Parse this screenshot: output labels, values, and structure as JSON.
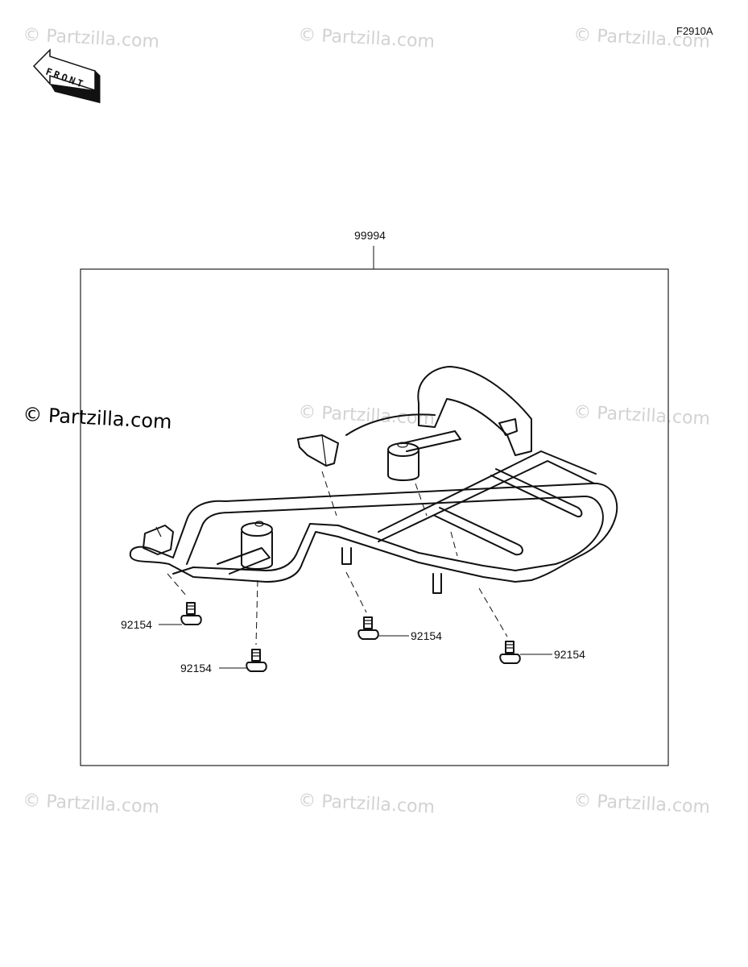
{
  "diagram_code": "F2910A",
  "front_label": "FRONT",
  "watermark_text": "© Partzilla.com",
  "assembly": {
    "part_number": "99994"
  },
  "bolts": [
    {
      "part_number": "92154"
    },
    {
      "part_number": "92154"
    },
    {
      "part_number": "92154"
    },
    {
      "part_number": "92154"
    }
  ]
}
